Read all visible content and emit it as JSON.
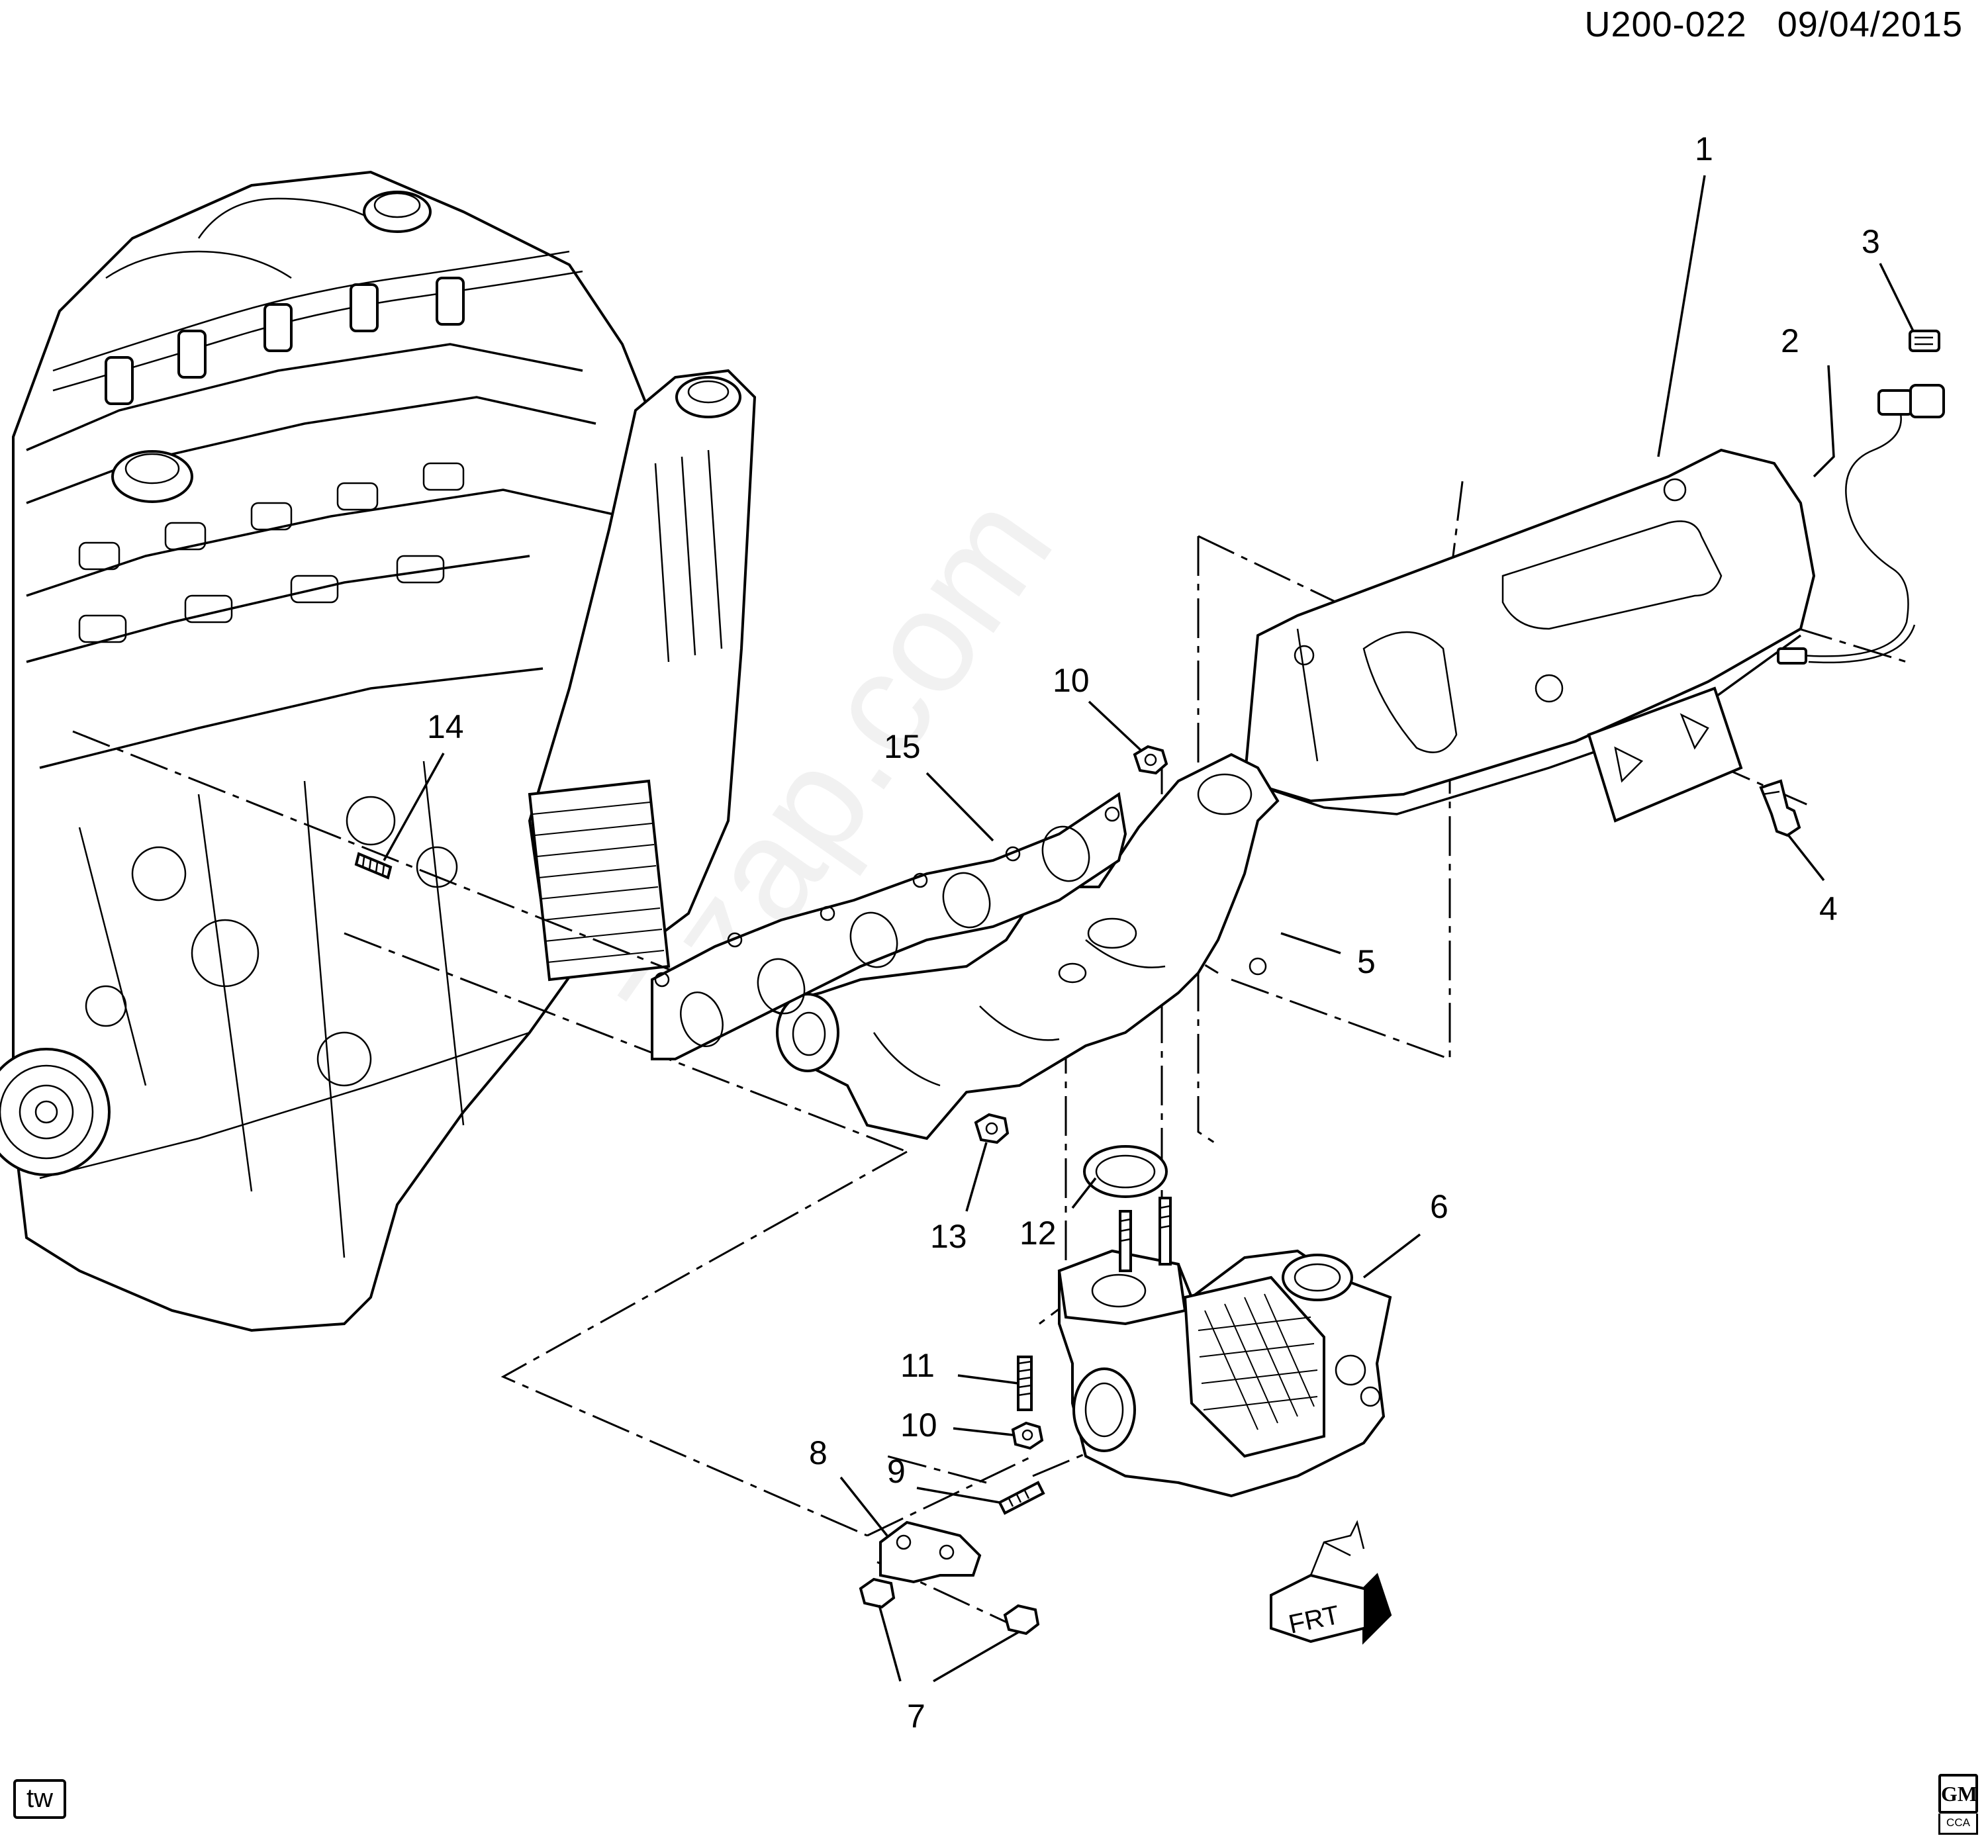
{
  "header": {
    "diagram_code": "U200-022",
    "date": "09/04/2015"
  },
  "callouts": [
    "1",
    "2",
    "3",
    "4",
    "5",
    "6",
    "7",
    "8",
    "9",
    "10",
    "10",
    "11",
    "12",
    "13",
    "14",
    "15"
  ],
  "direction_indicator": "FRT",
  "footer": {
    "tw_badge": "tw",
    "logo_text": "GM",
    "logo_subtext": "CCA"
  }
}
